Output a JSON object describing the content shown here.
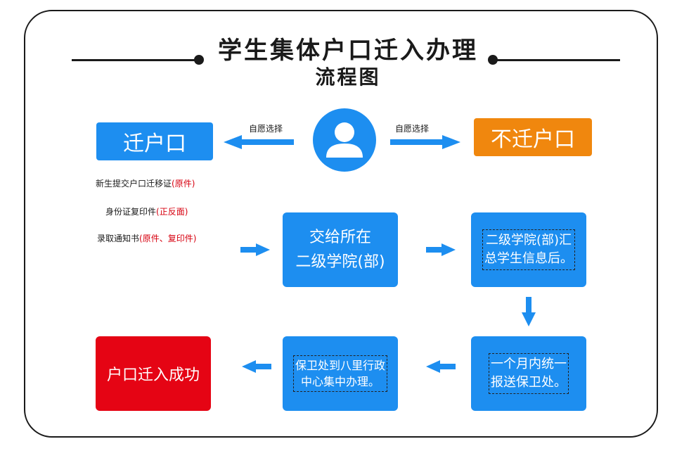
{
  "title": {
    "line1": "学生集体户口迁入办理",
    "line2": "流程图"
  },
  "choices": {
    "left_label": "自愿选择",
    "right_label": "自愿选择",
    "move": "迁户口",
    "no_move": "不迁户口"
  },
  "requirements": [
    {
      "text": "新生提交户口迁移证",
      "paren": "(原件)"
    },
    {
      "text": "身份证复印件",
      "paren": "(正反面)"
    },
    {
      "text": "录取通知书",
      "paren": "(原件、复印件)"
    }
  ],
  "steps": {
    "submit_line1": "交给所在",
    "submit_line2": "二级学院(部)",
    "collect_line1": "二级学院(部)汇",
    "collect_line2": "总学生信息后。",
    "report_line1": "一个月内统一",
    "report_line2": "报送保卫处。",
    "security_line1": "保卫处到八里行政",
    "security_line2": "中心集中办理。",
    "success": "户口迁入成功"
  },
  "colors": {
    "blue": "#1d8ef0",
    "orange": "#f0870e",
    "red": "#e50414",
    "requirement_note": "#d7000f"
  },
  "icons": [
    "person-icon",
    "arrow-left-icon",
    "arrow-right-icon",
    "arrow-down-icon"
  ]
}
